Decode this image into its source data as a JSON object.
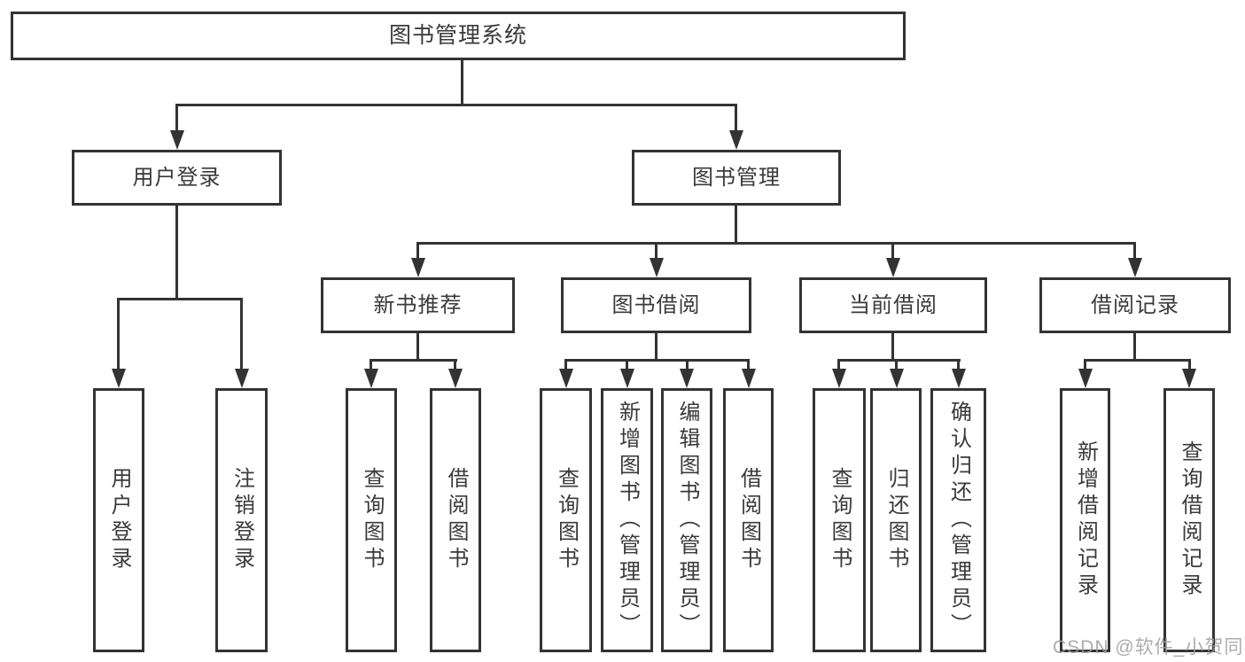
{
  "diagram_type": "hierarchy-tree",
  "tree": {
    "label": "图书管理系统",
    "children": [
      {
        "label": "用户登录",
        "children": [
          {
            "label": "用户登录"
          },
          {
            "label": "注销登录"
          }
        ]
      },
      {
        "label": "图书管理",
        "children": [
          {
            "label": "新书推荐",
            "children": [
              {
                "label": "查询图书"
              },
              {
                "label": "借阅图书"
              }
            ]
          },
          {
            "label": "图书借阅",
            "children": [
              {
                "label": "查询图书"
              },
              {
                "label": "新增图书（管理员）"
              },
              {
                "label": "编辑图书（管理员）"
              },
              {
                "label": "借阅图书"
              }
            ]
          },
          {
            "label": "当前借阅",
            "children": [
              {
                "label": "查询图书"
              },
              {
                "label": "归还图书"
              },
              {
                "label": "确认归还（管理员）"
              }
            ]
          },
          {
            "label": "借阅记录",
            "children": [
              {
                "label": "新增借阅记录"
              },
              {
                "label": "查询借阅记录"
              }
            ]
          }
        ]
      }
    ]
  },
  "watermark": "CSDN @软件_小贺同学",
  "colors": {
    "line": "#333333",
    "text": "#3a3a3a",
    "background": "#ffffff",
    "watermark": "#9e9e9e"
  }
}
